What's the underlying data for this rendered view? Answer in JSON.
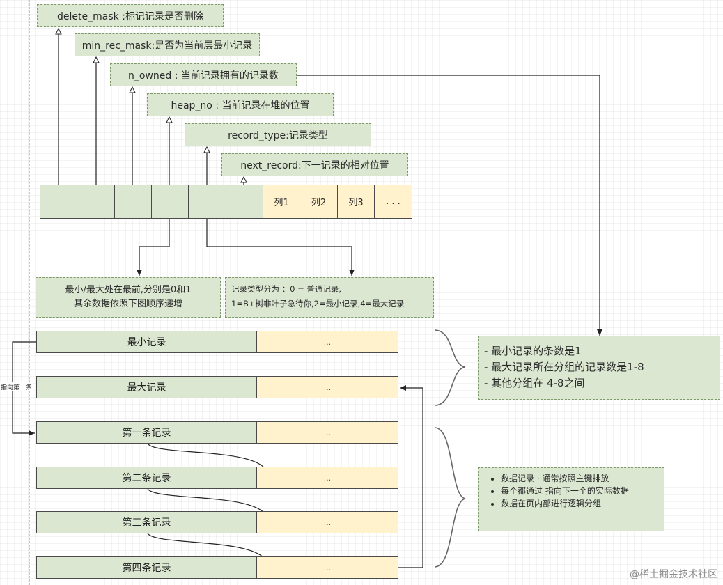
{
  "header_fields": [
    {
      "id": "delete_mask",
      "text": "delete_mask :标记记录是否删除"
    },
    {
      "id": "min_rec_mask",
      "text": "min_rec_mask:是否为当前层最小记录"
    },
    {
      "id": "n_owned",
      "text": "n_owned : 当前记录拥有的记录数"
    },
    {
      "id": "heap_no",
      "text": "heap_no : 当前记录在堆的位置"
    },
    {
      "id": "record_type",
      "text": "record_type:记录类型"
    },
    {
      "id": "next_record",
      "text": "next_record:下一记录的相对位置"
    }
  ],
  "columns": [
    "列1",
    "列2",
    "列3",
    ". . ."
  ],
  "notes": {
    "heap_line1": "最小/最大处在最前,分别是0和1",
    "heap_line2": "其余数据依照下图顺序递增",
    "type_line1": "记录类型分为 ：0 = 普通记录,",
    "type_line2": "1=B+树非叶子急待你,2=最小记录,4=最大记录"
  },
  "records": [
    {
      "label": "最小记录",
      "rest": "..."
    },
    {
      "label": "最大记录",
      "rest": "..."
    },
    {
      "label": "第一条记录",
      "rest": "..."
    },
    {
      "label": "第二条记录",
      "rest": "..."
    },
    {
      "label": "第三条记录",
      "rest": "..."
    },
    {
      "label": "第四条记录",
      "rest": "..."
    }
  ],
  "pointer_label": "指向第一条",
  "owned_note": [
    "- 最小记录的条数是1",
    "- 最大记录所在分组的记录数是1-8",
    "- 其他分组在 4-8之间"
  ],
  "data_note": [
    "数据记录 · 通常按照主键排放",
    "每个都通过  指向下一个的实际数据",
    "数据在页内部进行逻辑分组"
  ],
  "watermark": "@稀土掘金技术社区"
}
